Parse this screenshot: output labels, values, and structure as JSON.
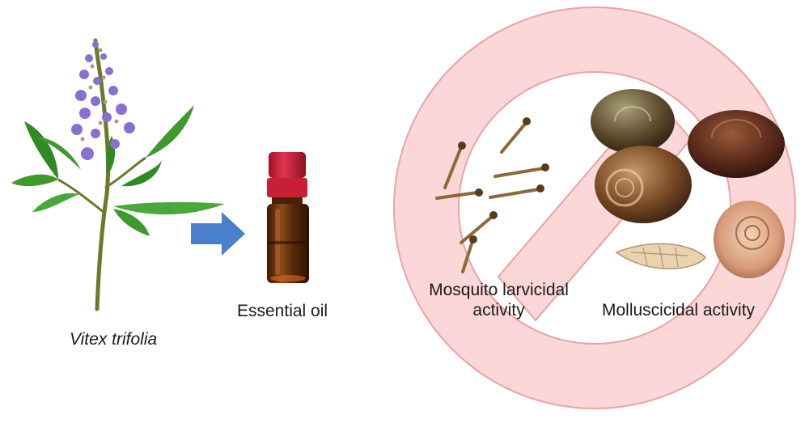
{
  "plant_label": "Vitex trifolia",
  "oil_label": "Essential oil",
  "larvicidal_label": "Mosquito larvicidal activity",
  "larvicidal_label_line1": "Mosquito larvicidal",
  "larvicidal_label_line2": "activity",
  "molluscicidal_label": "Molluscicidal activity",
  "colors": {
    "prohibition_fill": "#fbd7d7",
    "prohibition_stroke": "#e9a4a4",
    "arrow": "#4a7fcb",
    "bottle_cap": "#d8253e",
    "bottle_glass": "#6b3410",
    "leaf": "#3e9a2c",
    "flower": "#8b6fd0"
  },
  "icons": [
    "plant-illustration",
    "arrow-right-icon",
    "oil-bottle-icon",
    "mosquito-larva-icon",
    "snail-shell-icon",
    "prohibition-sign-icon"
  ]
}
